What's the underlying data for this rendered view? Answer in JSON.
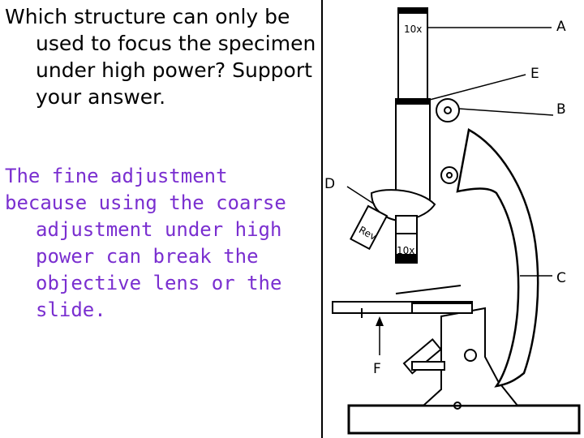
{
  "question": "Which structure can only be used to focus the specimen under high power? Support your answer.",
  "answer_line1": "The fine adjustment",
  "answer_line2": "because using the coarse adjustment under high power can break the objective lens or the slide.",
  "diagram": {
    "eyepiece_mag": "10x",
    "objective_mag": "10x",
    "nosepiece_text": "Rev",
    "labels": {
      "a": "A",
      "b": "B",
      "c": "C",
      "d": "D",
      "e": "E",
      "f": "F"
    }
  },
  "colors": {
    "question_text": "#000000",
    "answer_text": "#7a2fd0",
    "line_art": "#000000"
  }
}
